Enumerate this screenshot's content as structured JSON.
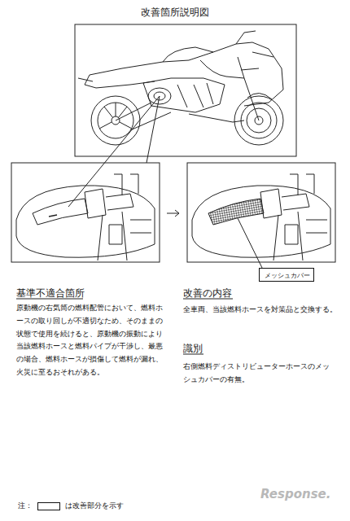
{
  "diagram": {
    "title": "改善箇所説明図",
    "nodes": [
      {
        "text": [
          "メッシュカバー"
        ]
      }
    ],
    "labels": [
      "基準不適合箇所",
      "原動機の右気筒の燃料配管において、燃料ホースの取り回しが不適切なため、そのままの状態で使用を続けると、原動機の振動により当該燃料ホースと燃料パイプが干渉し、最悪の場合、燃料ホースが損傷して燃料が漏れ、火災に至るおそれがある。",
      "改善の内容",
      "全車両、当該燃料ホースを対策品と交換する。",
      "識別",
      "右側燃料ディストリビューターホースのメッシュカバーの有無。",
      "注：",
      "Response."
    ],
    "legend": [
      {
        "text": "は改善部分を示す"
      }
    ]
  }
}
